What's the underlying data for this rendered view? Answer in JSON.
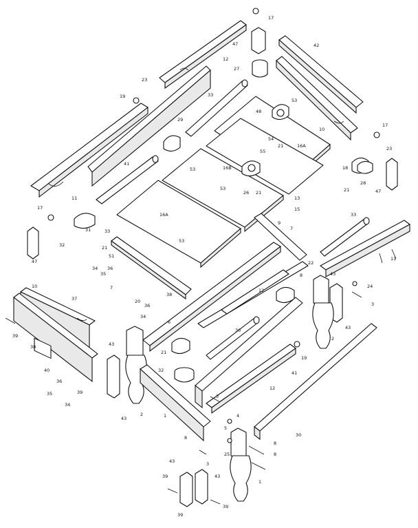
{
  "diagram": {
    "labels": [
      {
        "text": "17"
      },
      {
        "text": "47"
      },
      {
        "text": "12"
      },
      {
        "text": "42"
      },
      {
        "text": "27"
      },
      {
        "text": "23"
      },
      {
        "text": "19"
      },
      {
        "text": "53"
      },
      {
        "text": "33"
      },
      {
        "text": "48"
      },
      {
        "text": "10"
      },
      {
        "text": "29"
      },
      {
        "text": "54"
      },
      {
        "text": "21"
      },
      {
        "text": "55"
      },
      {
        "text": "16A"
      },
      {
        "text": "41"
      },
      {
        "text": "16B"
      },
      {
        "text": "53"
      },
      {
        "text": "53"
      },
      {
        "text": "26"
      },
      {
        "text": "21"
      },
      {
        "text": "17"
      },
      {
        "text": "23"
      },
      {
        "text": "18"
      },
      {
        "text": "28"
      },
      {
        "text": "47"
      },
      {
        "text": "21"
      },
      {
        "text": "11"
      },
      {
        "text": "17"
      },
      {
        "text": "32"
      },
      {
        "text": "31"
      },
      {
        "text": "33"
      },
      {
        "text": "16A"
      },
      {
        "text": "53"
      },
      {
        "text": "13"
      },
      {
        "text": "15"
      },
      {
        "text": "22"
      },
      {
        "text": "9"
      },
      {
        "text": "7"
      },
      {
        "text": "33"
      },
      {
        "text": "11"
      },
      {
        "text": "47"
      },
      {
        "text": "21"
      },
      {
        "text": "51"
      },
      {
        "text": "34"
      },
      {
        "text": "36"
      },
      {
        "text": "35"
      },
      {
        "text": "38"
      },
      {
        "text": "7"
      },
      {
        "text": "20"
      },
      {
        "text": "37"
      },
      {
        "text": "12"
      },
      {
        "text": "24"
      },
      {
        "text": "43"
      },
      {
        "text": "3"
      },
      {
        "text": "10"
      },
      {
        "text": "36"
      },
      {
        "text": "34"
      },
      {
        "text": "39"
      },
      {
        "text": "38"
      },
      {
        "text": "40"
      },
      {
        "text": "36"
      },
      {
        "text": "35"
      },
      {
        "text": "34"
      },
      {
        "text": "39"
      },
      {
        "text": "43"
      },
      {
        "text": "21"
      },
      {
        "text": "32"
      },
      {
        "text": "6"
      },
      {
        "text": "30"
      },
      {
        "text": "8"
      },
      {
        "text": "2"
      },
      {
        "text": "43"
      },
      {
        "text": "19"
      },
      {
        "text": "12"
      },
      {
        "text": "41"
      },
      {
        "text": "30"
      },
      {
        "text": "1"
      },
      {
        "text": "4"
      },
      {
        "text": "3"
      },
      {
        "text": "8"
      },
      {
        "text": "5"
      },
      {
        "text": "25"
      },
      {
        "text": "8"
      },
      {
        "text": "8"
      },
      {
        "text": "43"
      },
      {
        "text": "43"
      },
      {
        "text": "39"
      },
      {
        "text": "39"
      },
      {
        "text": "39"
      },
      {
        "text": "3"
      },
      {
        "text": "2"
      },
      {
        "text": "43"
      },
      {
        "text": "1"
      }
    ]
  }
}
